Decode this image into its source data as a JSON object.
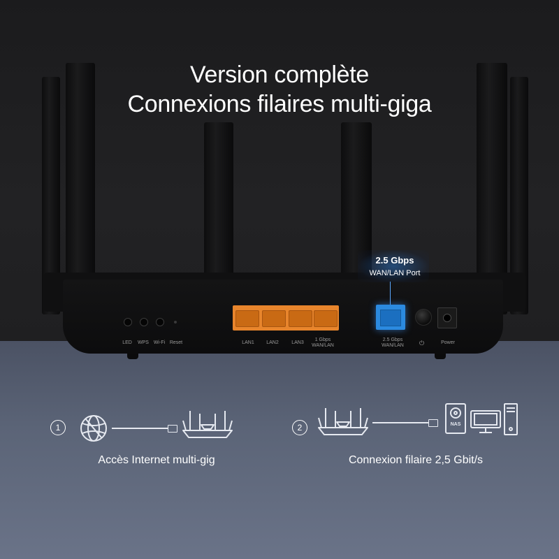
{
  "headline": {
    "line1": "Version complète",
    "line2": "Connexions filaires multi-giga"
  },
  "router": {
    "buttons": [
      {
        "label": "LED"
      },
      {
        "label": "WPS"
      },
      {
        "label": "Wi-Fi"
      },
      {
        "label": "Reset"
      }
    ],
    "lan_ports": [
      {
        "label": "LAN1"
      },
      {
        "label": "LAN2"
      },
      {
        "label": "LAN3"
      },
      {
        "label": "1 Gbps\nWAN/LAN"
      }
    ],
    "wan_port": {
      "label": "2.5 Gbps\nWAN/LAN"
    },
    "power_button_symbol": "⏻",
    "power_label": "Power",
    "callout": {
      "speed": "2.5 Gbps",
      "port": "WAN/LAN Port"
    }
  },
  "features": [
    {
      "number": "1",
      "caption": "Accès Internet multi-gig",
      "icons": [
        "globe-icon",
        "router-icon"
      ]
    },
    {
      "number": "2",
      "caption": "Connexion filaire 2,5 Gbit/s",
      "icons": [
        "router-icon",
        "nas-icon",
        "monitor-icon",
        "desktop-tower-icon"
      ],
      "nas_label": "NAS"
    }
  ],
  "colors": {
    "lan_orange": "#e8852c",
    "wan_blue": "#2b8ae0",
    "text": "#ffffff"
  }
}
